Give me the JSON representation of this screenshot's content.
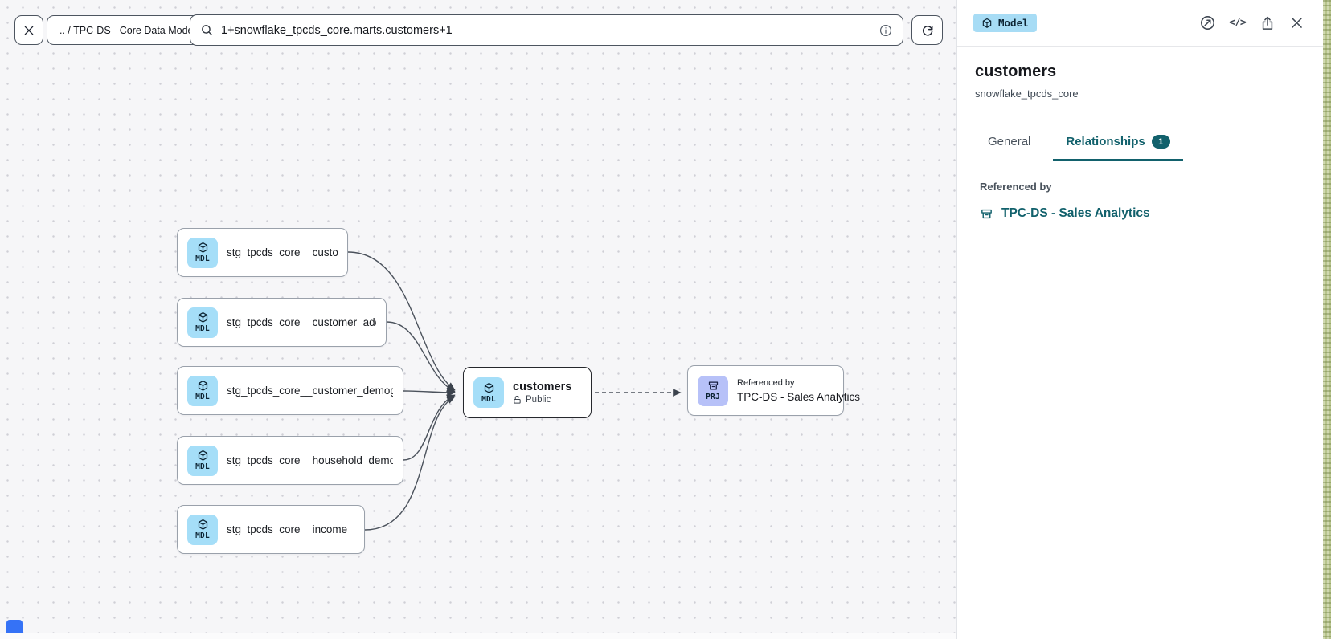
{
  "toolbar": {
    "breadcrumb": ".. / TPC-DS - Core Data Models",
    "search": {
      "value": "1+snowflake_tpcds_core.marts.customers+1"
    }
  },
  "graph": {
    "model_badge": "MDL",
    "project_badge": "PRJ",
    "upstream": [
      {
        "label": "stg_tpcds_core__customer"
      },
      {
        "label": "stg_tpcds_core__customer_address"
      },
      {
        "label": "stg_tpcds_core__customer_demogra..."
      },
      {
        "label": "stg_tpcds_core__household_demogr..."
      },
      {
        "label": "stg_tpcds_core__income_band"
      }
    ],
    "focus": {
      "title": "customers",
      "access": "Public"
    },
    "downstream": {
      "kicker": "Referenced by",
      "title": "TPC-DS - Sales Analytics"
    }
  },
  "panel": {
    "type_badge": "Model",
    "title": "customers",
    "subtitle": "snowflake_tpcds_core",
    "tabs": {
      "general": "General",
      "relationships": "Relationships",
      "relationships_count": "1"
    },
    "referenced_by": {
      "label": "Referenced by",
      "link": "TPC-DS - Sales Analytics"
    },
    "code_glyph": "</>"
  },
  "colors": {
    "accent_teal": "#12616c",
    "model_badge_bg": "#a5def8",
    "project_badge_bg": "#b7c1f8",
    "type_badge_bg": "#a7dcf5",
    "canvas_bg": "#f6f6f8",
    "blue_control": "#3572f6"
  }
}
